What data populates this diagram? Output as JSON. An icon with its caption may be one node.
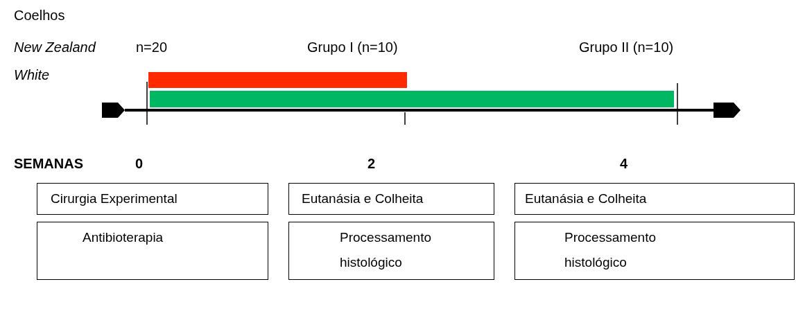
{
  "diagram": {
    "nodes": [
      {
        "text": [
          "Cirurgia Experimental"
        ]
      },
      {
        "text": [
          "Eutanásia e Colheita"
        ]
      },
      {
        "text": [
          "Eutanásia e Colheita"
        ]
      },
      {
        "text": [
          "Antibioterapia"
        ]
      },
      {
        "text": [
          "Processamento histológico"
        ]
      },
      {
        "text": [
          "Processamento histológico"
        ]
      }
    ],
    "labels": [
      "Coelhos",
      "New Zealand",
      "n=20",
      "Grupo I (n=10)",
      "Grupo II (n=10)",
      "White",
      "SEMANAS",
      "0",
      "2",
      "4"
    ]
  }
}
